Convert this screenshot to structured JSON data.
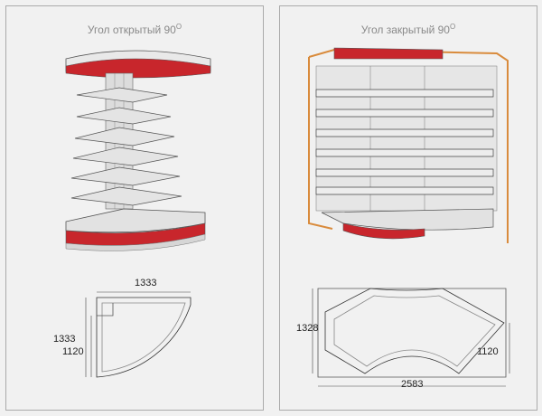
{
  "colors": {
    "accent_red": "#c8262c",
    "frame_orange": "#d98b3c",
    "line": "#333333",
    "title": "#8a8a8a"
  },
  "left_panel": {
    "title": "Угол открытый 90",
    "title_sup": "O",
    "dims": {
      "width": "1333",
      "height_outer": "1333",
      "height_inner": "1120"
    }
  },
  "right_panel": {
    "title": "Угол закрытый 90",
    "title_sup": "O",
    "dims": {
      "width": "2583",
      "height_left": "1328",
      "height_right": "1120"
    }
  }
}
